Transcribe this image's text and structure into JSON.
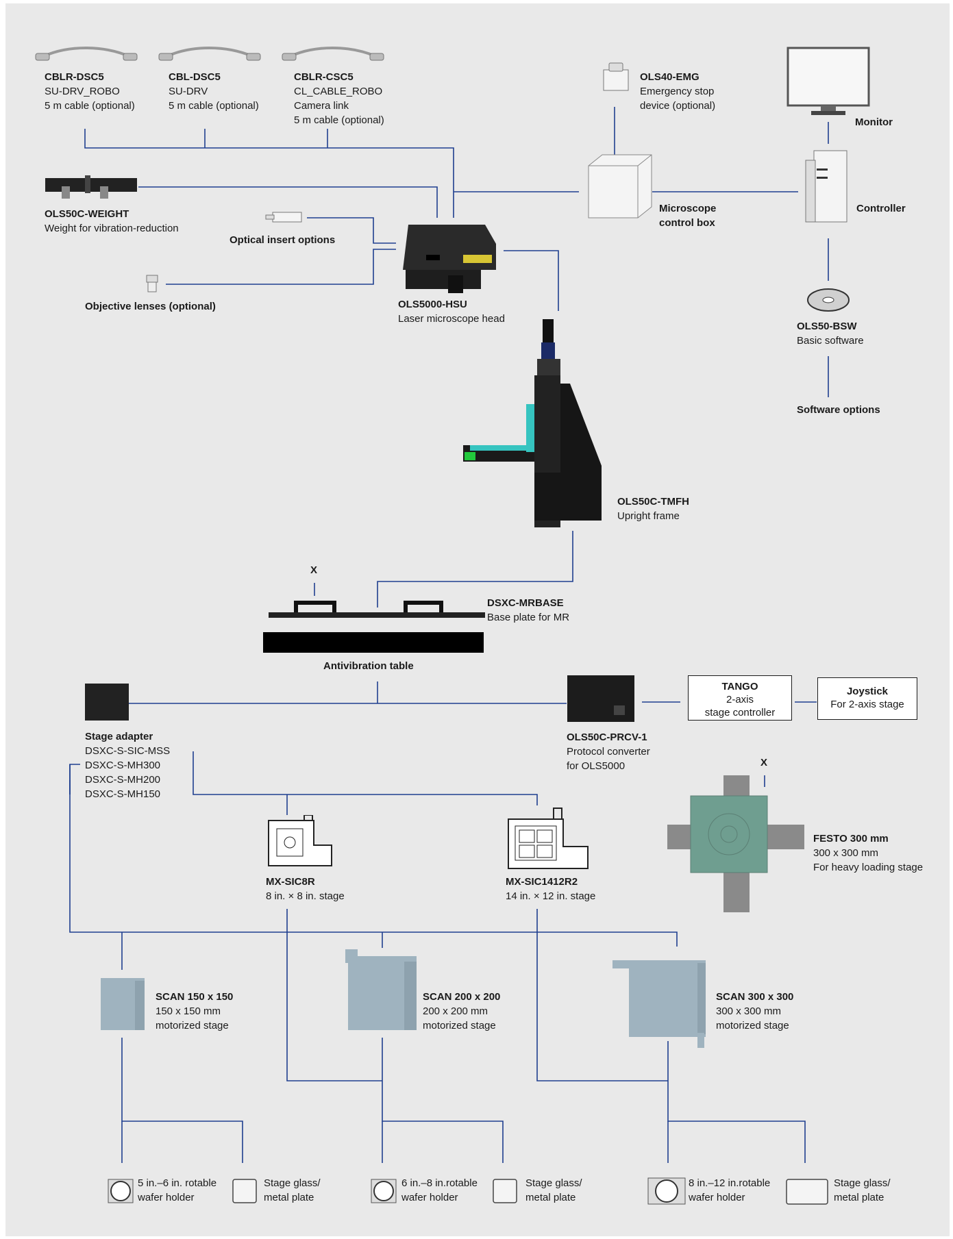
{
  "components": {
    "cblr_dsc5": {
      "name": "CBLR-DSC5",
      "lines": [
        "SU-DRV_ROBO",
        "5 m cable (optional)"
      ]
    },
    "cbl_dsc5": {
      "name": "CBL-DSC5",
      "lines": [
        "SU-DRV",
        "5 m cable (optional)"
      ]
    },
    "cblr_csc5": {
      "name": "CBLR-CSC5",
      "lines": [
        "CL_CABLE_ROBO",
        "Camera link",
        "5 m cable (optional)"
      ]
    },
    "ols40_emg": {
      "name": "OLS40-EMG",
      "lines": [
        "Emergency stop",
        "device (optional)"
      ]
    },
    "monitor": {
      "name": "Monitor"
    },
    "weight": {
      "name": "OLS50C-WEIGHT",
      "lines": [
        "Weight for vibration-reduction"
      ]
    },
    "optical_insert": {
      "name": "Optical insert options"
    },
    "objective": {
      "name": "Objective lenses (optional)"
    },
    "hsu": {
      "name": "OLS5000-HSU",
      "lines": [
        "Laser microscope head"
      ]
    },
    "control_box": {
      "name": "Microscope",
      "name2": "control box"
    },
    "controller": {
      "name": "Controller"
    },
    "bsw": {
      "name": "OLS50-BSW",
      "lines": [
        "Basic software"
      ]
    },
    "software_options": {
      "name": "Software options"
    },
    "tmfh": {
      "name": "OLS50C-TMFH",
      "lines": [
        "Upright frame"
      ]
    },
    "mrbase": {
      "name": "DSXC-MRBASE",
      "lines": [
        "Base plate for MR"
      ]
    },
    "antivibration": {
      "name": "Antivibration table"
    },
    "stage_adapter": {
      "name": "Stage adapter",
      "lines": [
        "DSXC-S-SIC-MSS",
        "DSXC-S-MH300",
        "DSXC-S-MH200",
        "DSXC-S-MH150"
      ]
    },
    "prcv": {
      "name": "OLS50C-PRCV-1",
      "lines": [
        "Protocol converter",
        "for OLS5000"
      ]
    },
    "tango": {
      "name": "TANGO",
      "lines": [
        "2-axis",
        "stage controller"
      ]
    },
    "joystick": {
      "name": "Joystick",
      "lines": [
        "For 2-axis stage"
      ]
    },
    "sic8r": {
      "name": "MX-SIC8R",
      "lines": [
        "8 in. × 8 in. stage"
      ]
    },
    "sic1412": {
      "name": "MX-SIC1412R2",
      "lines": [
        "14 in. × 12 in. stage"
      ]
    },
    "festo": {
      "name": "FESTO 300 mm",
      "lines": [
        "300 x 300 mm",
        "For heavy loading stage"
      ]
    },
    "scan150": {
      "name": "SCAN 150 x 150",
      "lines": [
        "150 x 150 mm",
        "motorized stage"
      ]
    },
    "scan200": {
      "name": "SCAN 200 x 200",
      "lines": [
        "200 x 200 mm",
        "motorized stage"
      ]
    },
    "scan300": {
      "name": "SCAN 300 x 300",
      "lines": [
        "300 x 300 mm",
        "motorized stage"
      ]
    },
    "wafer56": {
      "lines": [
        "5 in.–6 in. rotable",
        "wafer holder"
      ]
    },
    "glass1": {
      "lines": [
        "Stage glass/",
        "metal plate"
      ]
    },
    "wafer68": {
      "lines": [
        "6 in.–8 in.rotable",
        "wafer holder"
      ]
    },
    "glass2": {
      "lines": [
        "Stage glass/",
        "metal plate"
      ]
    },
    "wafer812": {
      "lines": [
        "8 in.–12 in.rotable",
        "wafer holder"
      ]
    },
    "glass3": {
      "lines": [
        "Stage glass/",
        "metal plate"
      ]
    }
  },
  "x_marks": [
    "X",
    "X"
  ],
  "colors": {
    "line": "#1f3f8f",
    "panel": "#e9e9e9",
    "stage": "#9fb3bf",
    "festo": "#6f9e90"
  }
}
